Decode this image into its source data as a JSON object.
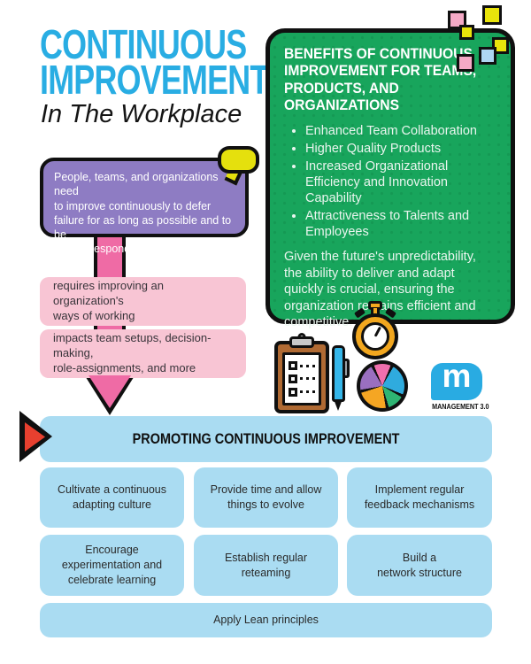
{
  "title": {
    "line1": "CONTINUOUS",
    "line2": "IMPROVEMENT",
    "subtitle": "In The Workplace"
  },
  "benefits": {
    "heading": "BENEFITS OF CONTINUOUS\nIMPROVEMENT FOR TEAMS,\nPRODUCTS, AND ORGANIZATIONS",
    "bullets": [
      "Enhanced Team Collaboration",
      "Higher Quality Products",
      "Increased Organizational\nEfficiency and Innovation\nCapability",
      "Attractiveness to Talents and\nEmployees"
    ],
    "paragraph": "Given the future's unpredictability,\nthe ability to deliver and adapt\nquickly is crucial, ensuring the\norganization remains efficient and\ncompetitive."
  },
  "intro": {
    "text": "People, teams, and organizations need\nto improve continuously to defer\nfailure for as long as possible and to be\nable to respond to business needs fast."
  },
  "flow": [
    "requires improving an organization's\nways of working",
    "impacts team setups, decision-making,\nrole-assignments, and more"
  ],
  "promoting": {
    "heading": "PROMOTING CONTINUOUS IMPROVEMENT",
    "items": [
      "Cultivate a continuous\nadapting culture",
      "Provide time and allow\nthings to evolve",
      "Implement regular\nfeedback mechanisms",
      "Encourage\nexperimentation and\ncelebrate learning",
      "Establish regular\nreteaming",
      "Build a\nnetwork structure",
      "Apply Lean principles"
    ]
  },
  "logo": {
    "letter": "m",
    "caption": "MANAGEMENT 3.0"
  },
  "icons": {
    "speech_bubble": "speech-bubble-icon",
    "stopwatch": "stopwatch-icon",
    "clipboard": "checklist-clipboard-icon",
    "pen": "pen-icon",
    "pie_chart": "pie-chart-icon",
    "arrow": "down-arrow",
    "marker": "red-play-triangle"
  },
  "colors": {
    "title_cyan": "#29ade3",
    "green_panel": "#18a55c",
    "purple_callout": "#8e7cc3",
    "pink_box": "#f8c5d4",
    "arrow_pink": "#ef6ba5",
    "bubble_yellow": "#e5e00d",
    "light_blue": "#aadcf2",
    "marker_red": "#e8402f",
    "stopwatch_orange": "#f2a71f",
    "logo_blue": "#29abe2"
  }
}
